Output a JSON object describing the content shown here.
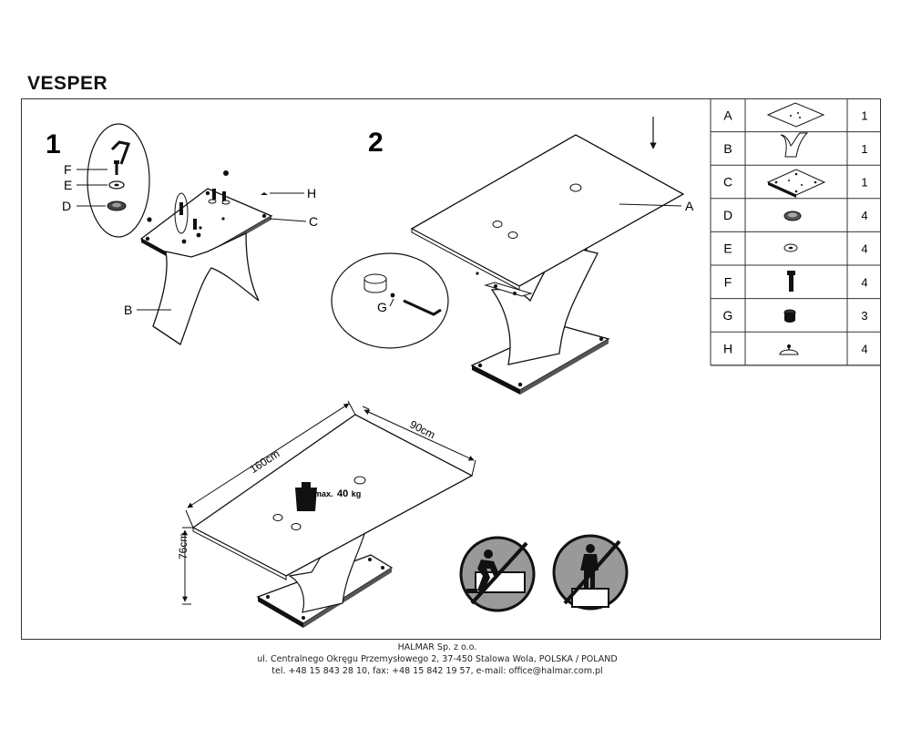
{
  "title": "VESPER",
  "steps": [
    "1",
    "2"
  ],
  "callouts": {
    "step1": [
      "F",
      "E",
      "D",
      "H",
      "C",
      "B"
    ],
    "step2": [
      "A",
      "G"
    ]
  },
  "dimensions": {
    "length": "160cm",
    "width": "90cm",
    "height": "76cm",
    "max_load_prefix": "max.",
    "max_load_value": "40",
    "max_load_unit": "kg"
  },
  "parts": [
    {
      "letter": "A",
      "qty": "1"
    },
    {
      "letter": "B",
      "qty": "1"
    },
    {
      "letter": "C",
      "qty": "1"
    },
    {
      "letter": "D",
      "qty": "4"
    },
    {
      "letter": "E",
      "qty": "4"
    },
    {
      "letter": "F",
      "qty": "4"
    },
    {
      "letter": "G",
      "qty": "3"
    },
    {
      "letter": "H",
      "qty": "4"
    }
  ],
  "footer": {
    "company": "HALMAR Sp. z o.o.",
    "address": "ul. Centralnego Okręgu Przemysłowego 2, 37-450 Stalowa Wola, POLSKA / POLAND",
    "contact": "tel. +48 15 843 28 10, fax: +48 15 842 19 57, e-mail: office@halmar.com.pl"
  }
}
